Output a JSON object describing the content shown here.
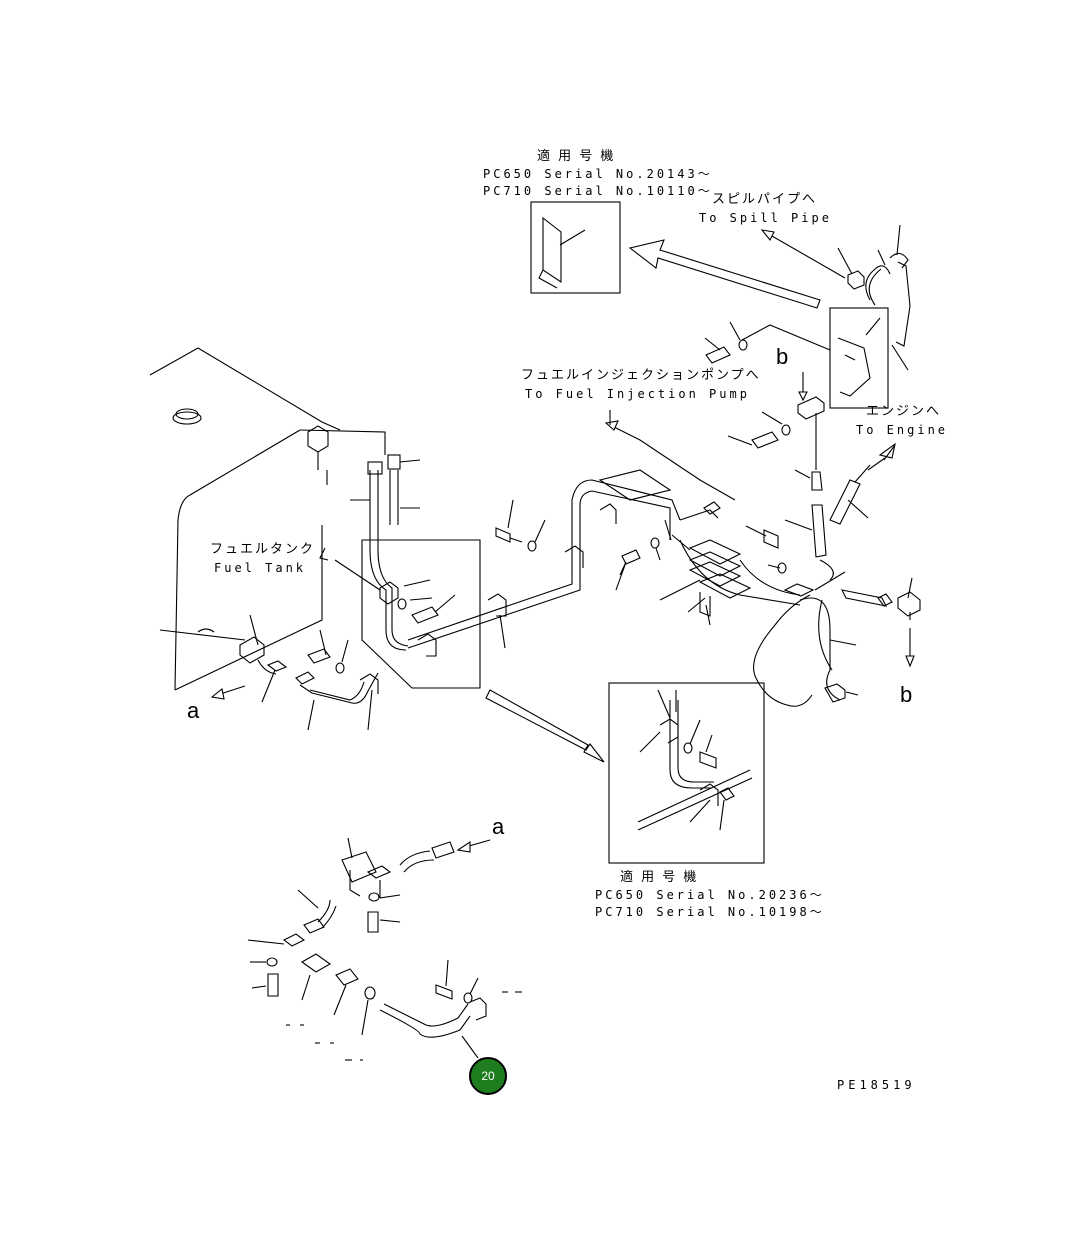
{
  "notes": {
    "top": {
      "heading": "適 用 号 機",
      "line1": "PC650 Serial No.20143～",
      "line2": "PC710 Serial No.10110～"
    },
    "bottom": {
      "heading": "適 用 号 機",
      "line1": "PC650 Serial No.20236～",
      "line2": "PC710 Serial No.10198～"
    }
  },
  "callouts": {
    "spill_jp": "スピルパイプへ",
    "spill_en": "To Spill Pipe",
    "pump_jp": "フュエルインジェクションポンプへ",
    "pump_en": "To Fuel Injection Pump",
    "engine_jp": "エンジンへ",
    "engine_en": "To Engine",
    "tank_jp": "フュエルタンク",
    "tank_en": "Fuel Tank"
  },
  "refs": {
    "a_left": "a",
    "a_bottom": "a",
    "b_top": "b",
    "b_right": "b"
  },
  "drawing_code": "PE18519",
  "page_badge": {
    "number": "20",
    "color": "#1e7d1e"
  }
}
